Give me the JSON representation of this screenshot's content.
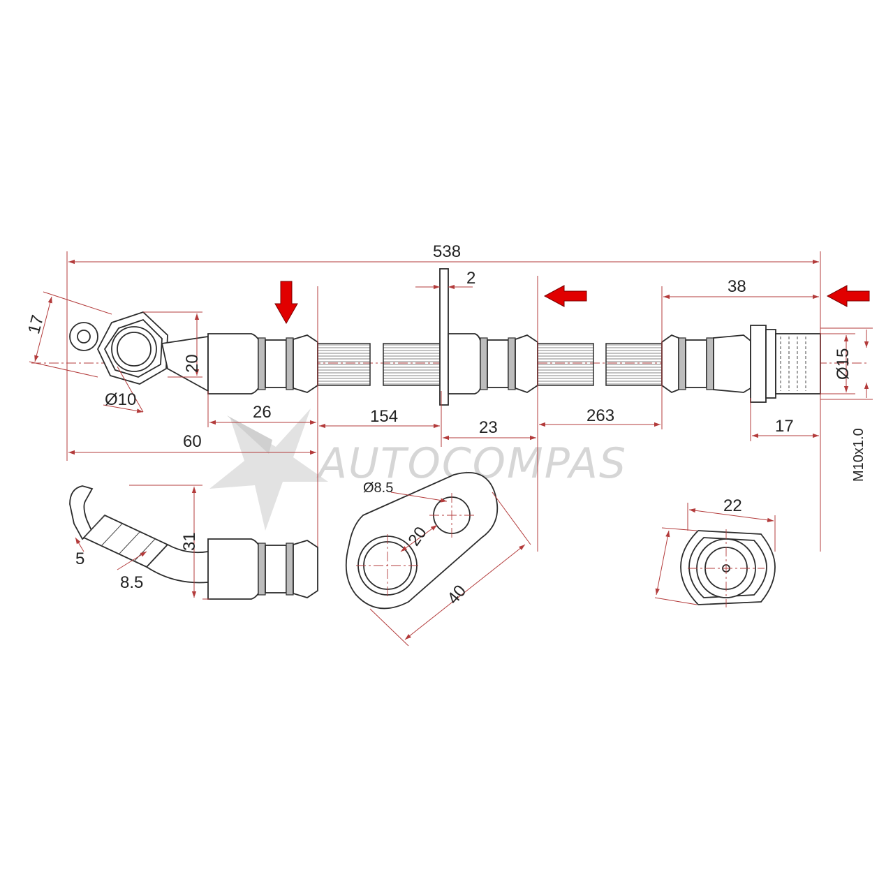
{
  "watermark": {
    "brand": "AUTOCOMPAS"
  },
  "colors": {
    "dimension": "#b33b3b",
    "part_outline": "#2b2b2b",
    "arrow": "#e10000",
    "watermark": "#d6d6d6",
    "background": "#ffffff"
  },
  "dimensions": {
    "overall_length": "538",
    "bracket_thickness": "2",
    "right_nut_length": "38",
    "banjo_hex": "17",
    "banjo_width": "20",
    "banjo_hole": "Ø10",
    "crimp_length": "26",
    "banjo_total": "60",
    "hose_left": "154",
    "bracket_section": "23",
    "hose_right": "263",
    "fitting_length": "17",
    "fitting_diameter": "Ø15",
    "thread": "M10x1.0",
    "side_offset": "5",
    "side_pipe": "8.5",
    "side_height": "31",
    "bracket_hole": "Ø8.5",
    "bracket_hole_spacing": "20",
    "bracket_length": "40",
    "end_view": "22"
  }
}
